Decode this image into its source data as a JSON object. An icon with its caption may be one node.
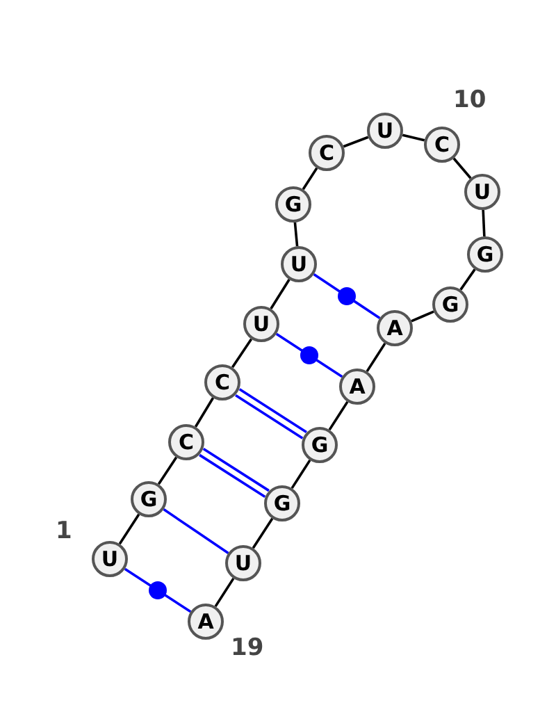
{
  "diagram": {
    "nodes": [
      {
        "text": [
          "U"
        ],
        "beside": [
          "1"
        ]
      },
      {
        "text": [
          "G"
        ]
      },
      {
        "text": [
          "C"
        ]
      },
      {
        "text": [
          "C"
        ]
      },
      {
        "text": [
          "U"
        ]
      },
      {
        "text": [
          "U"
        ]
      },
      {
        "text": [
          "G"
        ]
      },
      {
        "text": [
          "C"
        ]
      },
      {
        "text": [
          "U"
        ]
      },
      {
        "text": [
          "C"
        ],
        "beside": [
          "10"
        ]
      },
      {
        "text": [
          "U"
        ]
      },
      {
        "text": [
          "G"
        ]
      },
      {
        "text": [
          "G"
        ]
      },
      {
        "text": [
          "A"
        ]
      },
      {
        "text": [
          "A"
        ]
      },
      {
        "text": [
          "G"
        ]
      },
      {
        "text": [
          "G"
        ]
      },
      {
        "text": [
          "U"
        ]
      },
      {
        "text": [
          "A"
        ],
        "beside": [
          "19"
        ]
      }
    ],
    "edges": [
      {
        "from": 0,
        "to": 1,
        "arrow": "none"
      },
      {
        "from": 1,
        "to": 2,
        "arrow": "none"
      },
      {
        "from": 2,
        "to": 3,
        "arrow": "none"
      },
      {
        "from": 3,
        "to": 4,
        "arrow": "none"
      },
      {
        "from": 4,
        "to": 5,
        "arrow": "none"
      },
      {
        "from": 5,
        "to": 6,
        "arrow": "none"
      },
      {
        "from": 6,
        "to": 7,
        "arrow": "none"
      },
      {
        "from": 7,
        "to": 8,
        "arrow": "none"
      },
      {
        "from": 8,
        "to": 9,
        "arrow": "none"
      },
      {
        "from": 9,
        "to": 10,
        "arrow": "none"
      },
      {
        "from": 10,
        "to": 11,
        "arrow": "none"
      },
      {
        "from": 11,
        "to": 12,
        "arrow": "none"
      },
      {
        "from": 12,
        "to": 13,
        "arrow": "none"
      },
      {
        "from": 13,
        "to": 14,
        "arrow": "none"
      },
      {
        "from": 14,
        "to": 15,
        "arrow": "none"
      },
      {
        "from": 15,
        "to": 16,
        "arrow": "none"
      },
      {
        "from": 16,
        "to": 17,
        "arrow": "none"
      },
      {
        "from": 17,
        "to": 18,
        "arrow": "none"
      },
      {
        "from": 0,
        "to": 18,
        "arrow": "none",
        "color": "#0000ff"
      },
      {
        "from": 1,
        "to": 17,
        "arrow": "none",
        "color": "#0000ff"
      },
      {
        "from": 2,
        "to": 16,
        "arrow": "none",
        "color": "#0000ff"
      },
      {
        "from": 3,
        "to": 15,
        "arrow": "none",
        "color": "#0000ff"
      },
      {
        "from": 4,
        "to": 14,
        "arrow": "none",
        "color": "#0000ff"
      },
      {
        "from": 5,
        "to": 13,
        "arrow": "none",
        "color": "#0000ff"
      }
    ]
  }
}
